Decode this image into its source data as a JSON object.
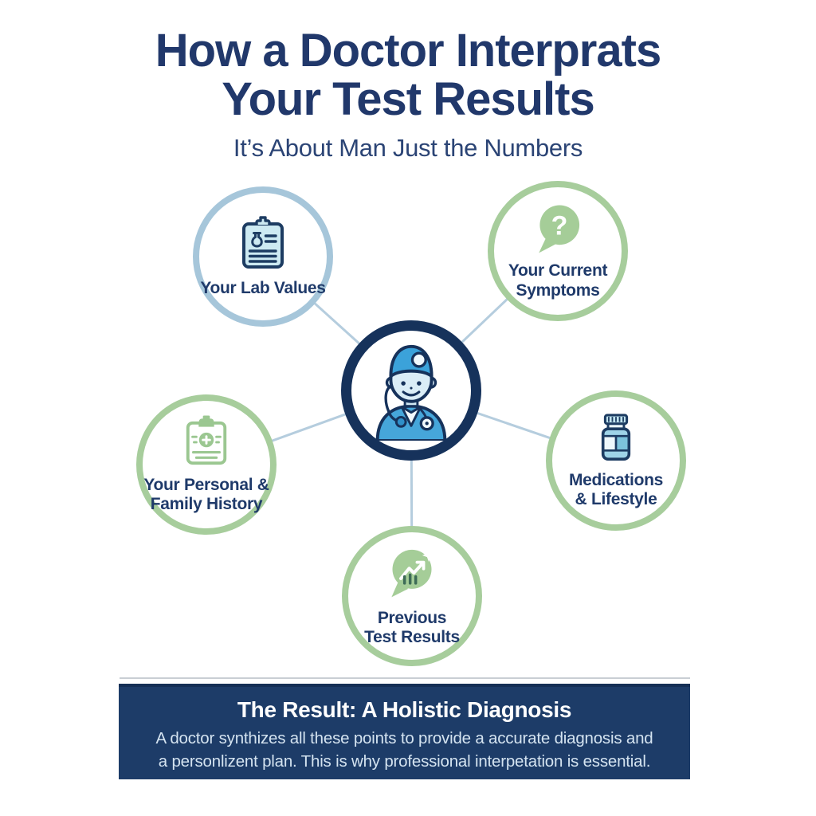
{
  "header": {
    "title_line1": "How a Doctor Interprats",
    "title_line2": "Your Test Results",
    "subtitle": "It’s About Man Just the Numbers"
  },
  "diagram": {
    "center": {
      "icon": "doctor-icon",
      "border_color": "#16325b"
    },
    "connector_color": "#b5cdde",
    "nodes": [
      {
        "id": "lab-values",
        "icon": "lab-report-clipboard-icon",
        "label_lines": [
          "Your Lab Values"
        ],
        "ring_color": "#a6c6da"
      },
      {
        "id": "current-symptoms",
        "icon": "question-speech-bubble-icon",
        "glyph": "?",
        "label_lines": [
          "Your Current",
          "Symptoms"
        ],
        "ring_color": "#a7cd9c"
      },
      {
        "id": "personal-family-history",
        "icon": "medical-history-clipboard-icon",
        "label_lines": [
          "Your Personal &",
          "Family History"
        ],
        "ring_color": "#a7cd9c"
      },
      {
        "id": "medications-lifestyle",
        "icon": "pill-bottle-icon",
        "label_lines": [
          "Medications",
          "& Lifestyle"
        ],
        "ring_color": "#a7cd9c"
      },
      {
        "id": "previous-test-results",
        "icon": "trend-chart-bubble-icon",
        "label_lines": [
          "Previous",
          "Test Results"
        ],
        "ring_color": "#a7cd9c"
      }
    ]
  },
  "banner": {
    "heading": "The Result: A Holistic Diagnosis",
    "body_line1": "A doctor synthizes all these points to provide a accurate diagnosis and",
    "body_line2": "a personlizent plan. This is why professional interpetation is essential.",
    "background": "#1d3c68"
  },
  "colors": {
    "title_navy": "#21386b",
    "label_navy": "#1f3a6a",
    "icon_outline_navy": "#1d3c62",
    "doctor_blue": "#3ba2da",
    "icon_light_blue": "#cdeaf2",
    "icon_green": "#9bc791",
    "ring_blue": "#a6c6da",
    "ring_green": "#a7cd9c"
  }
}
